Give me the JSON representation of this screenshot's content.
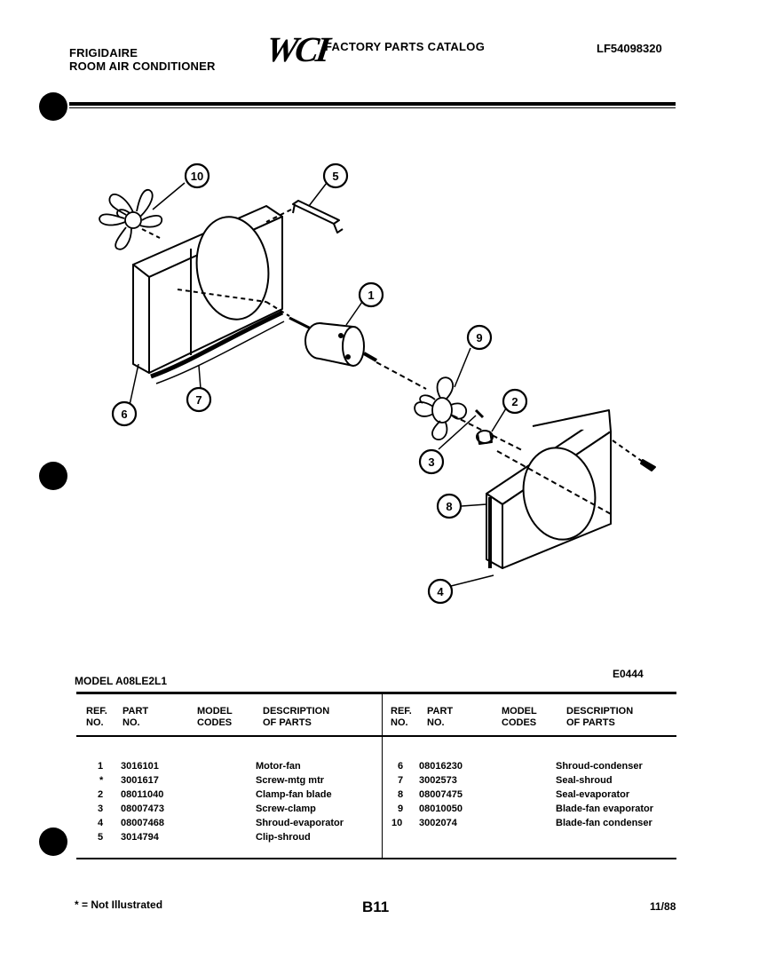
{
  "header": {
    "brand": "FRIGIDAIRE",
    "product": "ROOM AIR CONDITIONER",
    "logo": "WCI",
    "catalog_title": "FACTORY PARTS CATALOG",
    "catalog_number": "LF54098320"
  },
  "diagram": {
    "callouts": [
      "10",
      "5",
      "1",
      "9",
      "2",
      "3",
      "6",
      "7",
      "8",
      "4"
    ],
    "code": "E0444"
  },
  "table": {
    "model": "MODEL A08LE2L1",
    "headers": {
      "ref_no": [
        "REF.",
        "NO."
      ],
      "part_no": [
        "PART",
        "NO."
      ],
      "model_codes": [
        "MODEL",
        "CODES"
      ],
      "description": [
        "DESCRIPTION",
        "OF PARTS"
      ]
    },
    "left_rows": [
      {
        "ref": "1",
        "part": "3016101",
        "desc": "Motor-fan"
      },
      {
        "ref": "*",
        "part": "3001617",
        "desc": "Screw-mtg mtr"
      },
      {
        "ref": "2",
        "part": "08011040",
        "desc": "Clamp-fan blade"
      },
      {
        "ref": "3",
        "part": "08007473",
        "desc": "Screw-clamp"
      },
      {
        "ref": "4",
        "part": "08007468",
        "desc": "Shroud-evaporator"
      },
      {
        "ref": "5",
        "part": "3014794",
        "desc": "Clip-shroud"
      }
    ],
    "right_rows": [
      {
        "ref": "6",
        "part": "08016230",
        "desc": "Shroud-condenser"
      },
      {
        "ref": "7",
        "part": "3002573",
        "desc": "Seal-shroud"
      },
      {
        "ref": "8",
        "part": "08007475",
        "desc": "Seal-evaporator"
      },
      {
        "ref": "9",
        "part": "08010050",
        "desc": "Blade-fan evaporator"
      },
      {
        "ref": "10",
        "part": "3002074",
        "desc": "Blade-fan condenser"
      }
    ]
  },
  "footer": {
    "note": "* = Not Illustrated",
    "page": "B11",
    "date": "11/88"
  }
}
